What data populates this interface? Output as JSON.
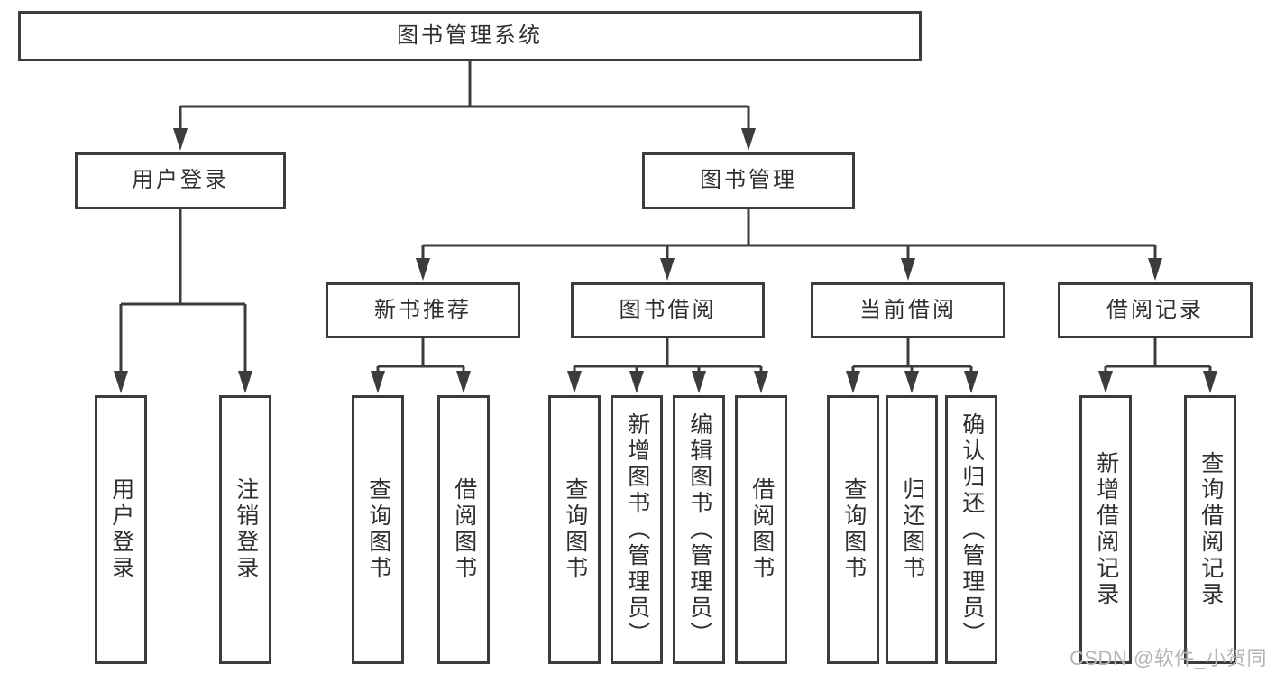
{
  "diagram_title": "图书管理系统",
  "tree": {
    "root": {
      "label": "图书管理系统"
    },
    "branches": [
      {
        "label": "用户登录",
        "children": [
          {
            "label": "用户登录"
          },
          {
            "label": "注销登录"
          }
        ]
      },
      {
        "label": "图书管理",
        "groups": [
          {
            "label": "新书推荐",
            "children": [
              {
                "label": "查询图书"
              },
              {
                "label": "借阅图书"
              }
            ]
          },
          {
            "label": "图书借阅",
            "children": [
              {
                "label": "查询图书"
              },
              {
                "label": "新增图书（管理员）"
              },
              {
                "label": "编辑图书（管理员）"
              },
              {
                "label": "借阅图书"
              }
            ]
          },
          {
            "label": "当前借阅",
            "children": [
              {
                "label": "查询图书"
              },
              {
                "label": "归还图书"
              },
              {
                "label": "确认归还（管理员）"
              }
            ]
          },
          {
            "label": "借阅记录",
            "children": [
              {
                "label": "新增借阅记录"
              },
              {
                "label": "查询借阅记录"
              }
            ]
          }
        ]
      }
    ]
  },
  "watermark": {
    "text": "CSDN @软件_小贺同学"
  },
  "colors": {
    "line": "#3c3c3c",
    "text": "#2f2f2f",
    "box_bg": "#ffffff",
    "watermark": "#b5b5b5",
    "page_bg": "#ffffff"
  }
}
